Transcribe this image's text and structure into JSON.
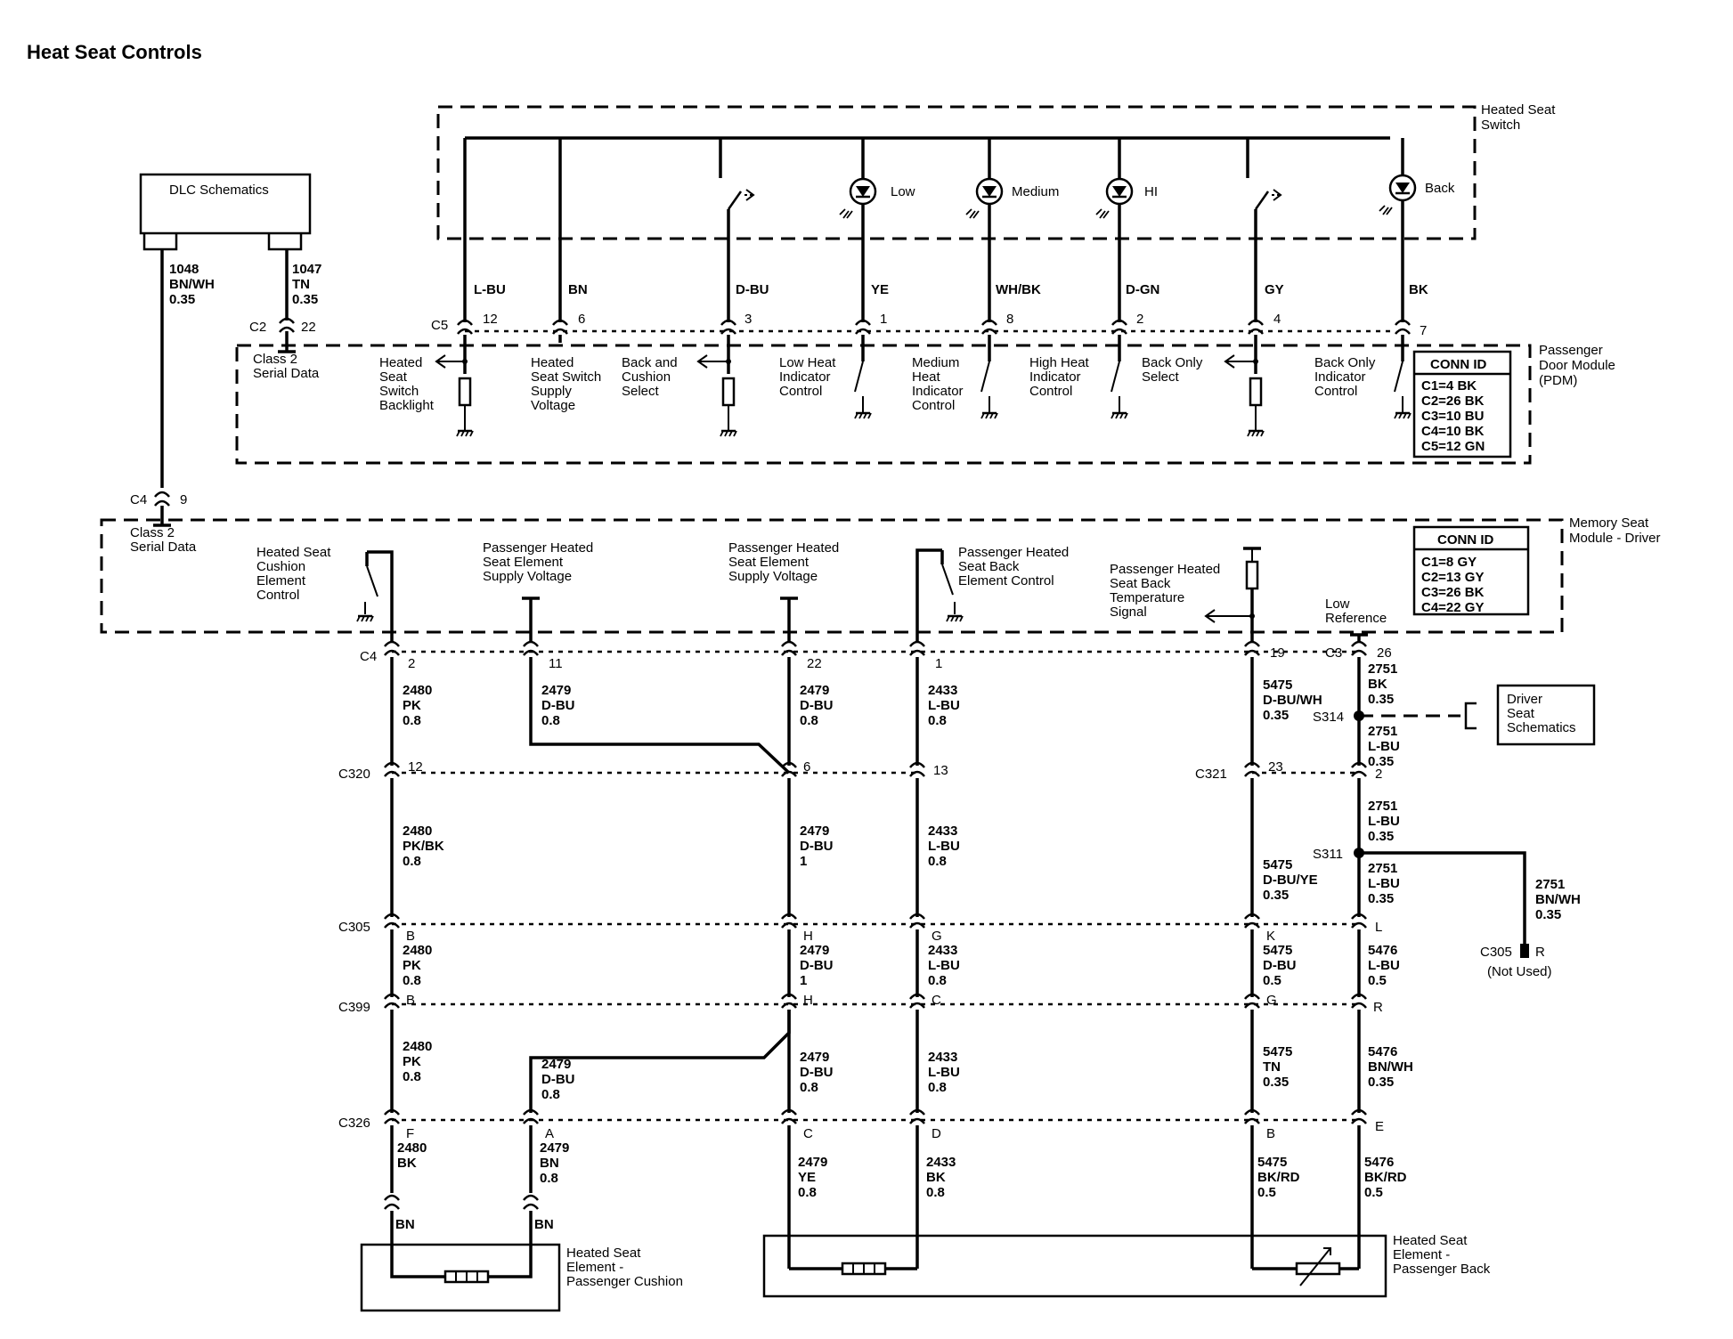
{
  "title": "Heat Seat Controls",
  "switch_box": {
    "title": [
      "Heated Seat",
      "Switch"
    ],
    "leds": [
      "Low",
      "Medium",
      "HI",
      "Back"
    ]
  },
  "pdm": {
    "title": [
      "Passenger",
      "Door Module",
      "(PDM)"
    ],
    "conn_id_title": "CONN ID",
    "conn_ids": [
      "C1=4 BK",
      "C2=26 BK",
      "C3=10 BU",
      "C4=10 BK",
      "C5=12 GN"
    ],
    "c5_connector": "C5",
    "wires": [
      {
        "color": "L-BU",
        "pin": "12",
        "label": [
          "Heated",
          "Seat",
          "Switch",
          "Backlight"
        ]
      },
      {
        "color": "BN",
        "pin": "6",
        "label": [
          "Heated",
          "Seat Switch",
          "Supply",
          "Voltage"
        ]
      },
      {
        "color": "D-BU",
        "pin": "3",
        "label": [
          "Back and",
          "Cushion",
          "Select"
        ]
      },
      {
        "color": "YE",
        "pin": "1",
        "label": [
          "Low Heat",
          "Indicator",
          "Control"
        ]
      },
      {
        "color": "WH/BK",
        "pin": "8",
        "label": [
          "Medium",
          "Heat",
          "Indicator",
          "Control"
        ]
      },
      {
        "color": "D-GN",
        "pin": "2",
        "label": [
          "High Heat",
          "Indicator",
          "Control"
        ]
      },
      {
        "color": "GY",
        "pin": "4",
        "label": [
          "Back Only",
          "Select"
        ]
      },
      {
        "color": "BK",
        "pin": "7",
        "label": [
          "Back Only",
          "Indicator",
          "Control"
        ]
      }
    ],
    "class2_label": [
      "Class 2",
      "Serial Data"
    ],
    "c2_connector": "C2",
    "c2_pin": "22"
  },
  "dlc": {
    "title": "DLC Schematics",
    "wire_left": [
      "1048",
      "BN/WH",
      "0.35"
    ],
    "wire_right": [
      "1047",
      "TN",
      "0.35"
    ]
  },
  "msm": {
    "title": [
      "Memory Seat",
      "Module - Driver"
    ],
    "conn_id_title": "CONN ID",
    "conn_ids": [
      "C1=8 GY",
      "C2=13 GY",
      "C3=26 BK",
      "C4=22 GY"
    ],
    "c4_top_connector": "C4",
    "c4_top_pin": "9",
    "class2_label": [
      "Class 2",
      "Serial Data"
    ],
    "labels": {
      "cushion": [
        "Heated Seat",
        "Cushion",
        "Element",
        "Control"
      ],
      "supply1": [
        "Passenger Heated",
        "Seat Element",
        "Supply Voltage"
      ],
      "supply2": [
        "Passenger Heated",
        "Seat Element",
        "Supply Voltage"
      ],
      "back_ctrl": [
        "Passenger Heated",
        "Seat Back",
        "Element Control"
      ],
      "temp": [
        "Passenger Heated",
        "Seat Back",
        "Temperature",
        "Signal"
      ],
      "low_ref": [
        "Low",
        "Reference"
      ]
    }
  },
  "connectors": {
    "c4": {
      "name": "C4",
      "pins": [
        "2",
        "11",
        "22",
        "1",
        "19"
      ]
    },
    "c3": {
      "name": "C3",
      "pin": "26"
    },
    "c320": {
      "name": "C320",
      "pins": [
        "12",
        "6",
        "13"
      ]
    },
    "c321": {
      "name": "C321",
      "pins": [
        "23",
        "2"
      ]
    },
    "c305": {
      "name": "C305",
      "pins": [
        "B",
        "H",
        "G",
        "K",
        "L"
      ]
    },
    "c399": {
      "name": "C399",
      "pins": [
        "B",
        "H",
        "C",
        "G",
        "R"
      ]
    },
    "c326": {
      "name": "C326",
      "pins": [
        "F",
        "A",
        "C",
        "D",
        "B",
        "E"
      ]
    },
    "c305_notused": {
      "name": "C305",
      "pin": "R",
      "note": "(Not Used)"
    }
  },
  "splices": {
    "s314": "S314",
    "s311": "S311"
  },
  "driver_seat_box": [
    "Driver",
    "Seat",
    "Schematics"
  ],
  "wire_labels": {
    "pk1": [
      "2480",
      "PK",
      "0.8"
    ],
    "dbu1": [
      "2479",
      "D-BU",
      "0.8"
    ],
    "dbu2": [
      "2479",
      "D-BU",
      "0.8"
    ],
    "lbu1": [
      "2433",
      "L-BU",
      "0.8"
    ],
    "dbuwh": [
      "5475",
      "D-BU/WH",
      "0.35"
    ],
    "bk1": [
      "2751",
      "BK",
      "0.35"
    ],
    "lbu_s314": [
      "2751",
      "L-BU",
      "0.35"
    ],
    "pkbk": [
      "2480",
      "PK/BK",
      "0.8"
    ],
    "dbu3": [
      "2479",
      "D-BU",
      "1"
    ],
    "lbu2": [
      "2433",
      "L-BU",
      "0.8"
    ],
    "dbuye": [
      "5475",
      "D-BU/YE",
      "0.35"
    ],
    "lbu_c321": [
      "2751",
      "L-BU",
      "0.35"
    ],
    "lbu_s311": [
      "2751",
      "L-BU",
      "0.35"
    ],
    "bnwh_nu": [
      "2751",
      "BN/WH",
      "0.35"
    ],
    "pk2": [
      "2480",
      "PK",
      "0.8"
    ],
    "dbu4": [
      "2479",
      "D-BU",
      "1"
    ],
    "lbu3": [
      "2433",
      "L-BU",
      "0.8"
    ],
    "dbu5": [
      "5475",
      "D-BU",
      "0.5"
    ],
    "lbu4": [
      "5476",
      "L-BU",
      "0.5"
    ],
    "pk3": [
      "2480",
      "PK",
      "0.8"
    ],
    "dbu6": [
      "2479",
      "D-BU",
      "0.8"
    ],
    "dbu7": [
      "2479",
      "D-BU",
      "0.8"
    ],
    "lbu5": [
      "2433",
      "L-BU",
      "0.8"
    ],
    "tn": [
      "5475",
      "TN",
      "0.35"
    ],
    "bnwh": [
      "5476",
      "BN/WH",
      "0.35"
    ],
    "bk2": [
      "2480",
      "BK"
    ],
    "bn1": [
      "2479",
      "BN",
      "0.8"
    ],
    "ye": [
      "2479",
      "YE",
      "0.8"
    ],
    "bk3": [
      "2433",
      "BK",
      "0.8"
    ],
    "bkrd1": [
      "5475",
      "BK/RD",
      "0.5"
    ],
    "bkrd2": [
      "5476",
      "BK/RD",
      "0.5"
    ]
  },
  "bottom": {
    "bn_left": "BN",
    "bn_right": "BN",
    "cushion_element": [
      "Heated Seat",
      "Element -",
      "Passenger Cushion"
    ],
    "back_element": [
      "Heated Seat",
      "Element -",
      "Passenger Back"
    ]
  }
}
